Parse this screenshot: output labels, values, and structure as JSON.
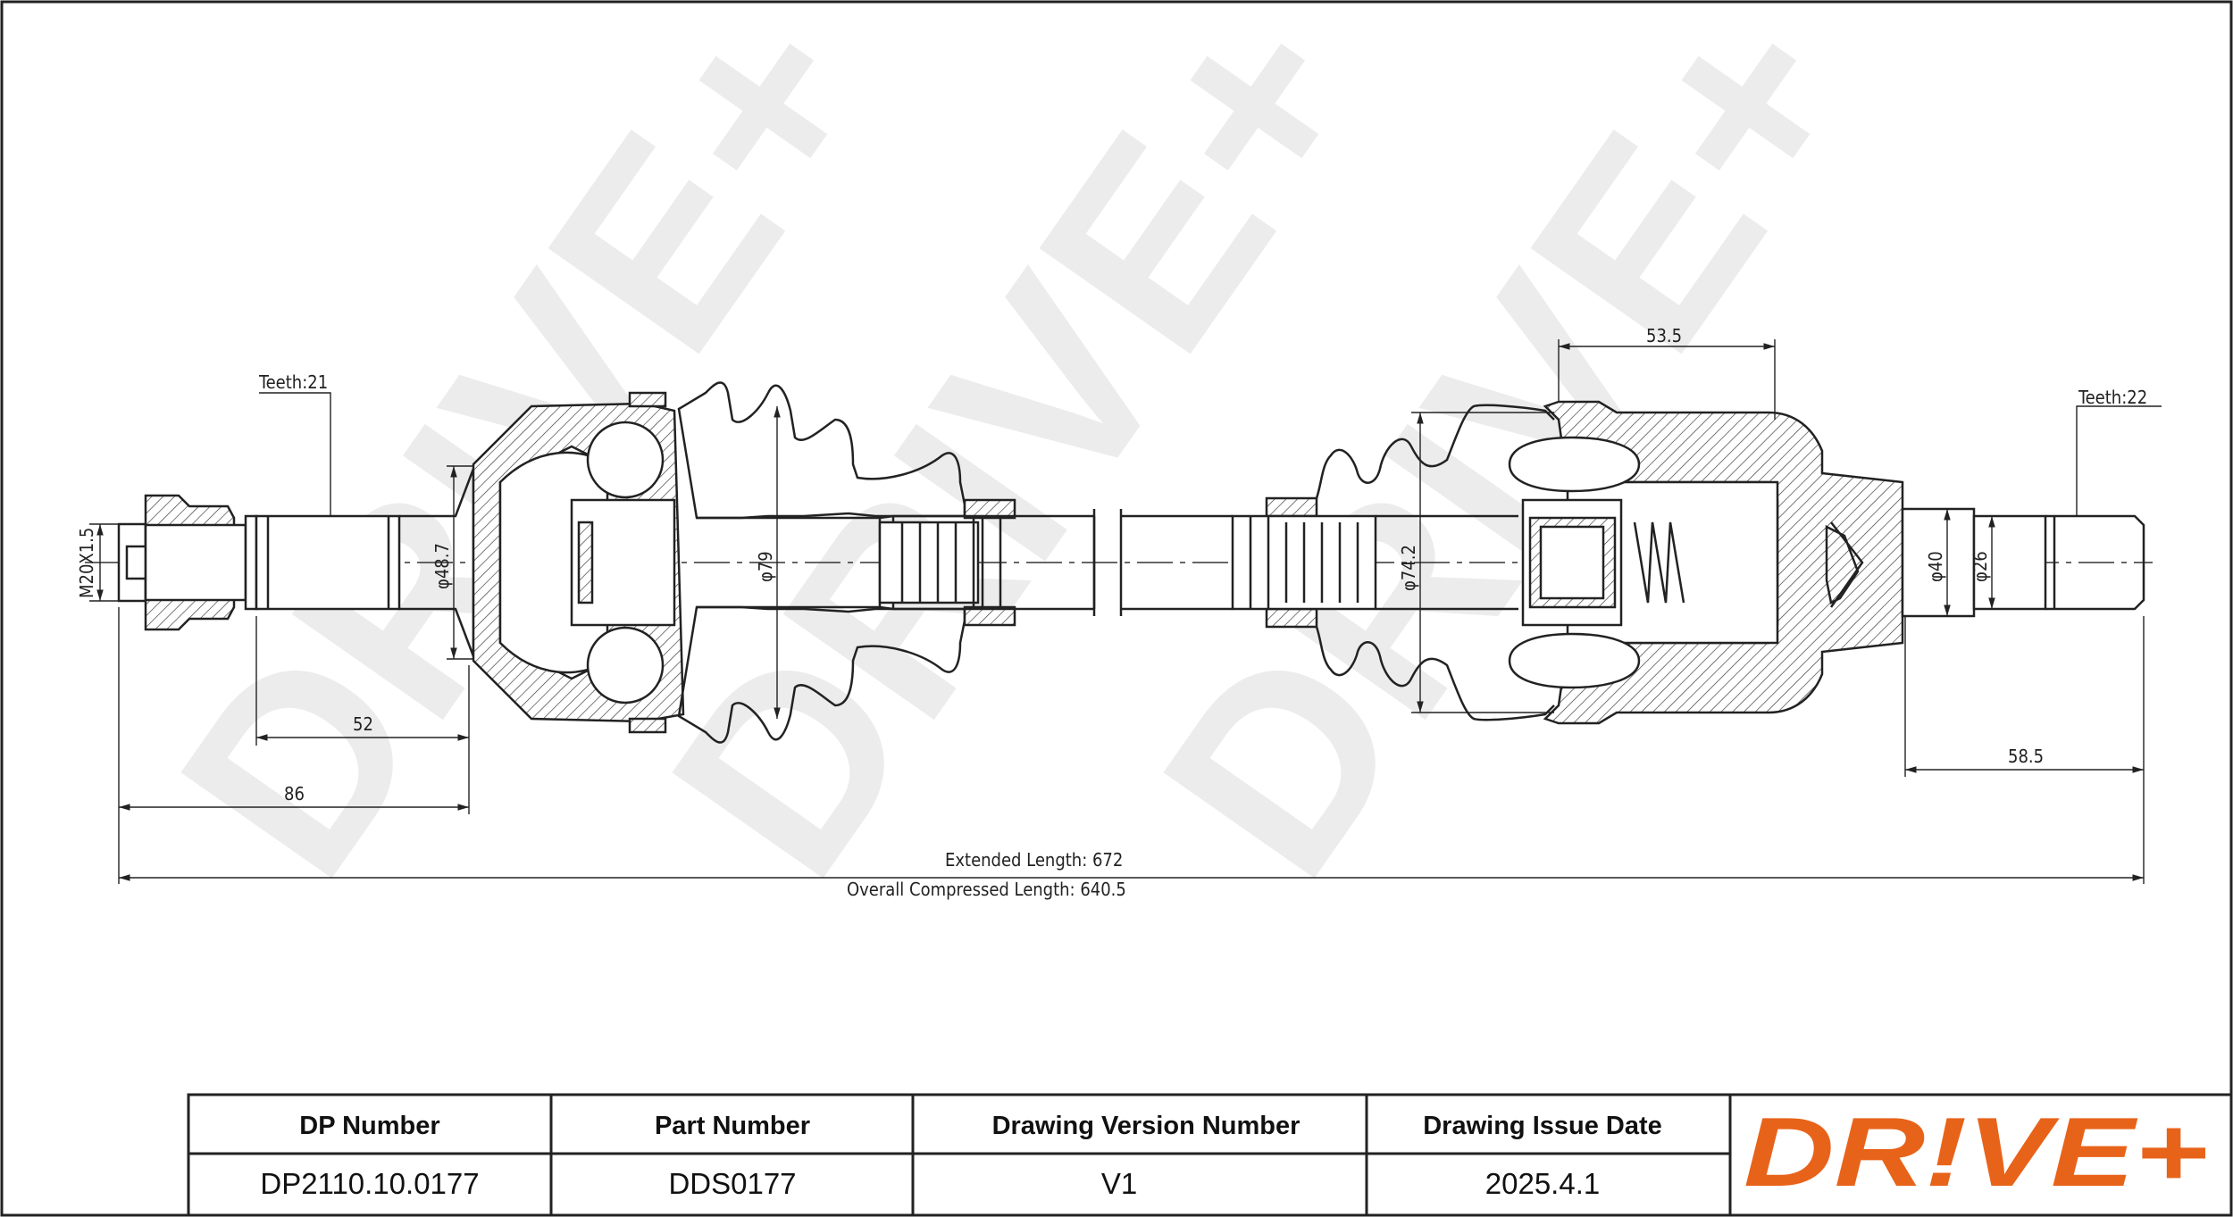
{
  "watermark": "DRIVE+",
  "dimensions": {
    "teeth_left": "Teeth:21",
    "teeth_right": "Teeth:22",
    "thread": "M20X1.5",
    "dia_48_7": "φ48.7",
    "dia_79": "φ79",
    "dia_74_2": "φ74.2",
    "dia_40": "φ40",
    "dia_26": "φ26",
    "len_53_5": "53.5",
    "len_52": "52",
    "len_86": "86",
    "len_58_5": "58.5",
    "extended_length": "Extended  Length: 672",
    "compressed_length": "Overall  Compressed  Length: 640.5"
  },
  "title_block": {
    "headers": [
      "DP Number",
      "Part Number",
      "Drawing Version Number",
      "Drawing Issue Date"
    ],
    "values": [
      "DP2110.10.0177",
      "DDS0177",
      "V1",
      "2025.4.1"
    ],
    "logo_text": "DR!VE+",
    "logo_color": "#e8631a"
  }
}
